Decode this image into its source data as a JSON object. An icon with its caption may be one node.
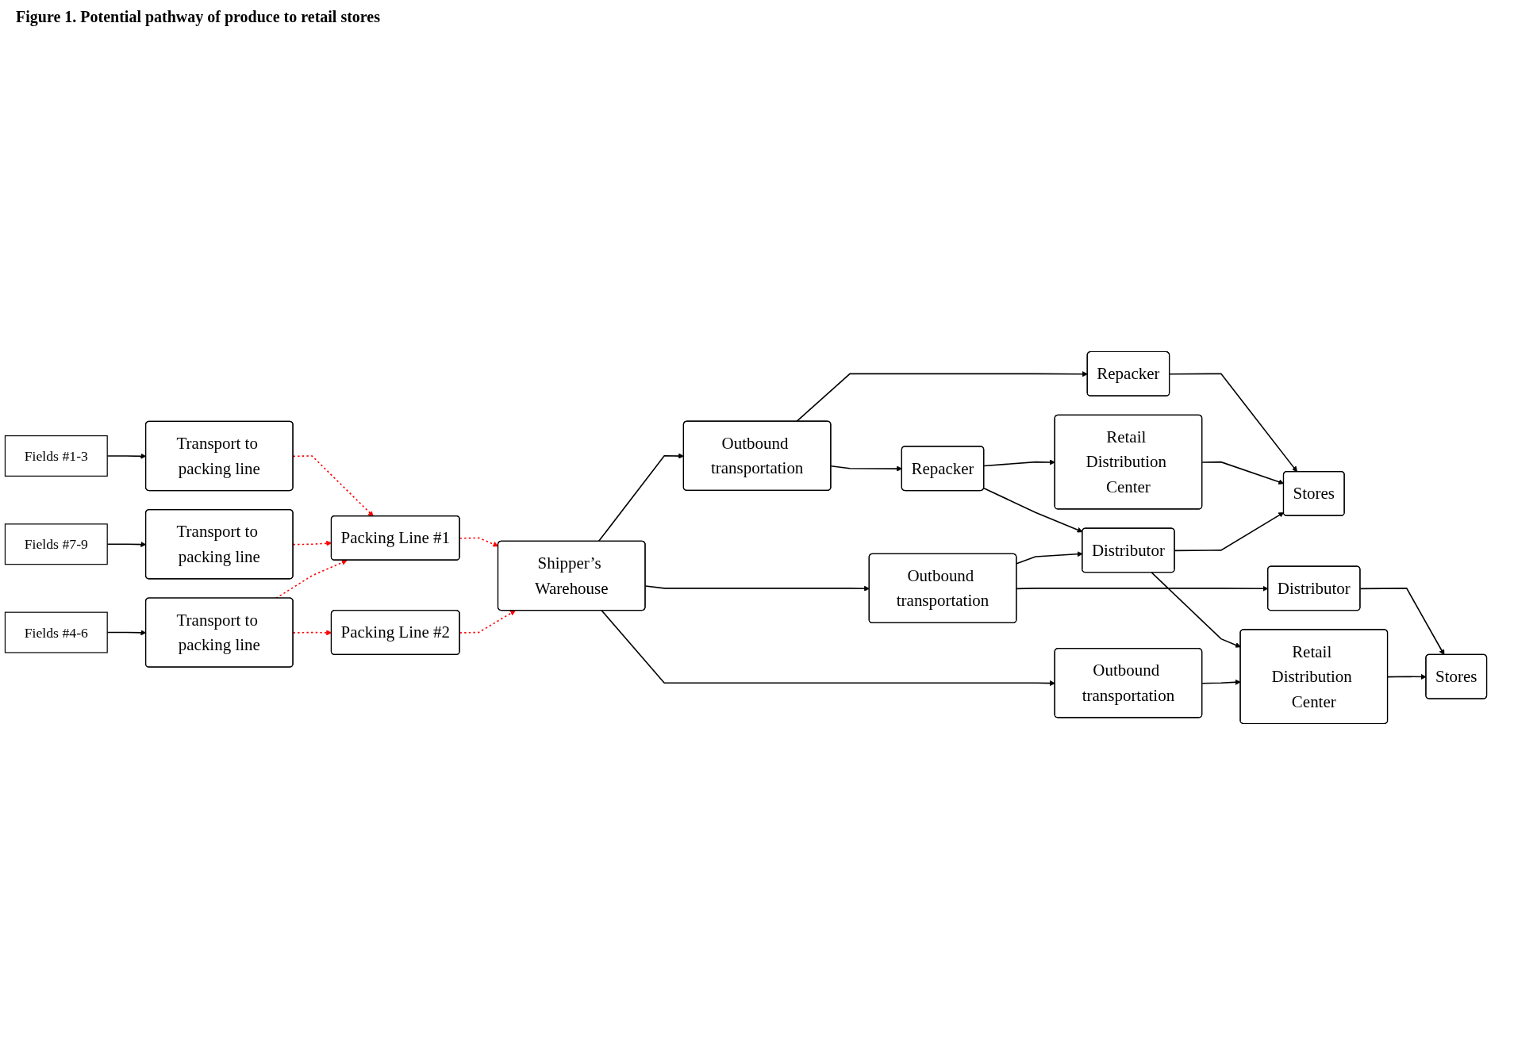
{
  "diagram": {
    "title": "Figure 1. Potential pathway of produce to retail stores",
    "nodes": [
      {
        "text": [
          "Fields #1-3"
        ]
      },
      {
        "text": [
          "Transport to packing line"
        ]
      },
      {
        "text": [
          "Fields #7-9"
        ]
      },
      {
        "text": [
          "Transport to packing line"
        ]
      },
      {
        "text": [
          "Fields #4-6"
        ]
      },
      {
        "text": [
          "Transport to packing line"
        ]
      },
      {
        "text": [
          "Packing Line #1"
        ]
      },
      {
        "text": [
          "Packing Line #2"
        ]
      },
      {
        "text": [
          "Shipper’s Warehouse"
        ]
      },
      {
        "text": [
          "Outbound transportation"
        ]
      },
      {
        "text": [
          "Outbound transportation"
        ]
      },
      {
        "text": [
          "Outbound transportation"
        ]
      },
      {
        "text": [
          "Repacker"
        ]
      },
      {
        "text": [
          "Repacker"
        ]
      },
      {
        "text": [
          "Retail Distribution Center"
        ]
      },
      {
        "text": [
          "Stores"
        ]
      },
      {
        "text": [
          "Distributor"
        ]
      },
      {
        "text": [
          "Distributor"
        ]
      },
      {
        "text": [
          "Stores"
        ]
      },
      {
        "text": [
          "Retail Distribution Center"
        ]
      }
    ],
    "edges": [
      {
        "from": 0,
        "to": 1,
        "arrow": "to"
      },
      {
        "from": 2,
        "to": 3,
        "arrow": "to"
      },
      {
        "from": 4,
        "to": 5,
        "arrow": "to"
      },
      {
        "from": 1,
        "to": 6,
        "arrow": "to",
        "style": "dashed",
        "color": "#ff0000"
      },
      {
        "from": 3,
        "to": 6,
        "arrow": "to",
        "style": "dashed",
        "color": "#ff0000"
      },
      {
        "from": 5,
        "to": 6,
        "arrow": "to",
        "style": "dashed",
        "color": "#ff0000"
      },
      {
        "from": 5,
        "to": 7,
        "arrow": "to",
        "style": "dashed",
        "color": "#ff0000"
      },
      {
        "from": 6,
        "to": 8,
        "arrow": "to",
        "style": "dashed",
        "color": "#ff0000"
      },
      {
        "from": 7,
        "to": 8,
        "arrow": "to",
        "style": "dashed",
        "color": "#ff0000"
      },
      {
        "from": 8,
        "to": 9,
        "arrow": "to"
      },
      {
        "from": 8,
        "to": 10,
        "arrow": "to"
      },
      {
        "from": 8,
        "to": 11,
        "arrow": "to"
      },
      {
        "from": 9,
        "to": 12,
        "arrow": "to"
      },
      {
        "from": 9,
        "to": 13,
        "arrow": "to"
      },
      {
        "from": 12,
        "to": 14,
        "arrow": "to"
      },
      {
        "from": 12,
        "to": 16,
        "arrow": "to"
      },
      {
        "from": 13,
        "to": 15,
        "arrow": "to"
      },
      {
        "from": 14,
        "to": 15,
        "arrow": "to"
      },
      {
        "from": 10,
        "to": 16,
        "arrow": "to"
      },
      {
        "from": 10,
        "to": 17,
        "arrow": "to"
      },
      {
        "from": 16,
        "to": 15,
        "arrow": "to"
      },
      {
        "from": 16,
        "to": 19,
        "arrow": "to"
      },
      {
        "from": 17,
        "to": 18,
        "arrow": "to"
      },
      {
        "from": 11,
        "to": 19,
        "arrow": "to"
      },
      {
        "from": 19,
        "to": 18,
        "arrow": "to"
      }
    ]
  }
}
